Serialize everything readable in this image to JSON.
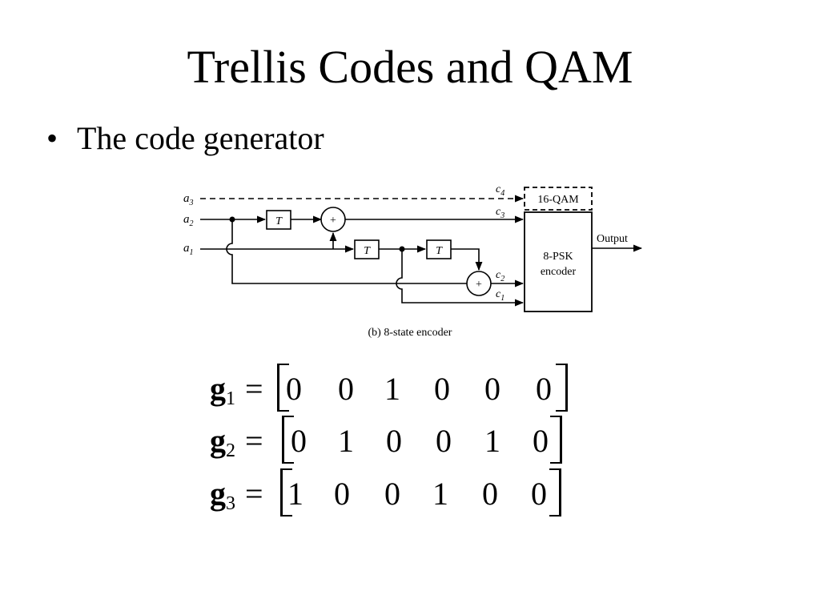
{
  "slide": {
    "title": "Trellis Codes and QAM",
    "bullet": "The code generator"
  },
  "diagram": {
    "inputs": [
      "a3",
      "a2",
      "a1"
    ],
    "outputs": [
      "c4",
      "c3",
      "c2",
      "c1"
    ],
    "delay_label": "T",
    "adder_label": "+",
    "qam_box": "16-QAM",
    "psk_box_line1": "8-PSK",
    "psk_box_line2": "encoder",
    "output_label": "Output",
    "caption": "(b) 8-state encoder"
  },
  "equations": [
    {
      "name": "g",
      "sub": "1",
      "values": [
        "0",
        "0",
        "1",
        "0",
        "0",
        "0"
      ]
    },
    {
      "name": "g",
      "sub": "2",
      "values": [
        "0",
        "1",
        "0",
        "0",
        "1",
        "0"
      ]
    },
    {
      "name": "g",
      "sub": "3",
      "values": [
        "1",
        "0",
        "0",
        "1",
        "0",
        "0"
      ]
    }
  ]
}
